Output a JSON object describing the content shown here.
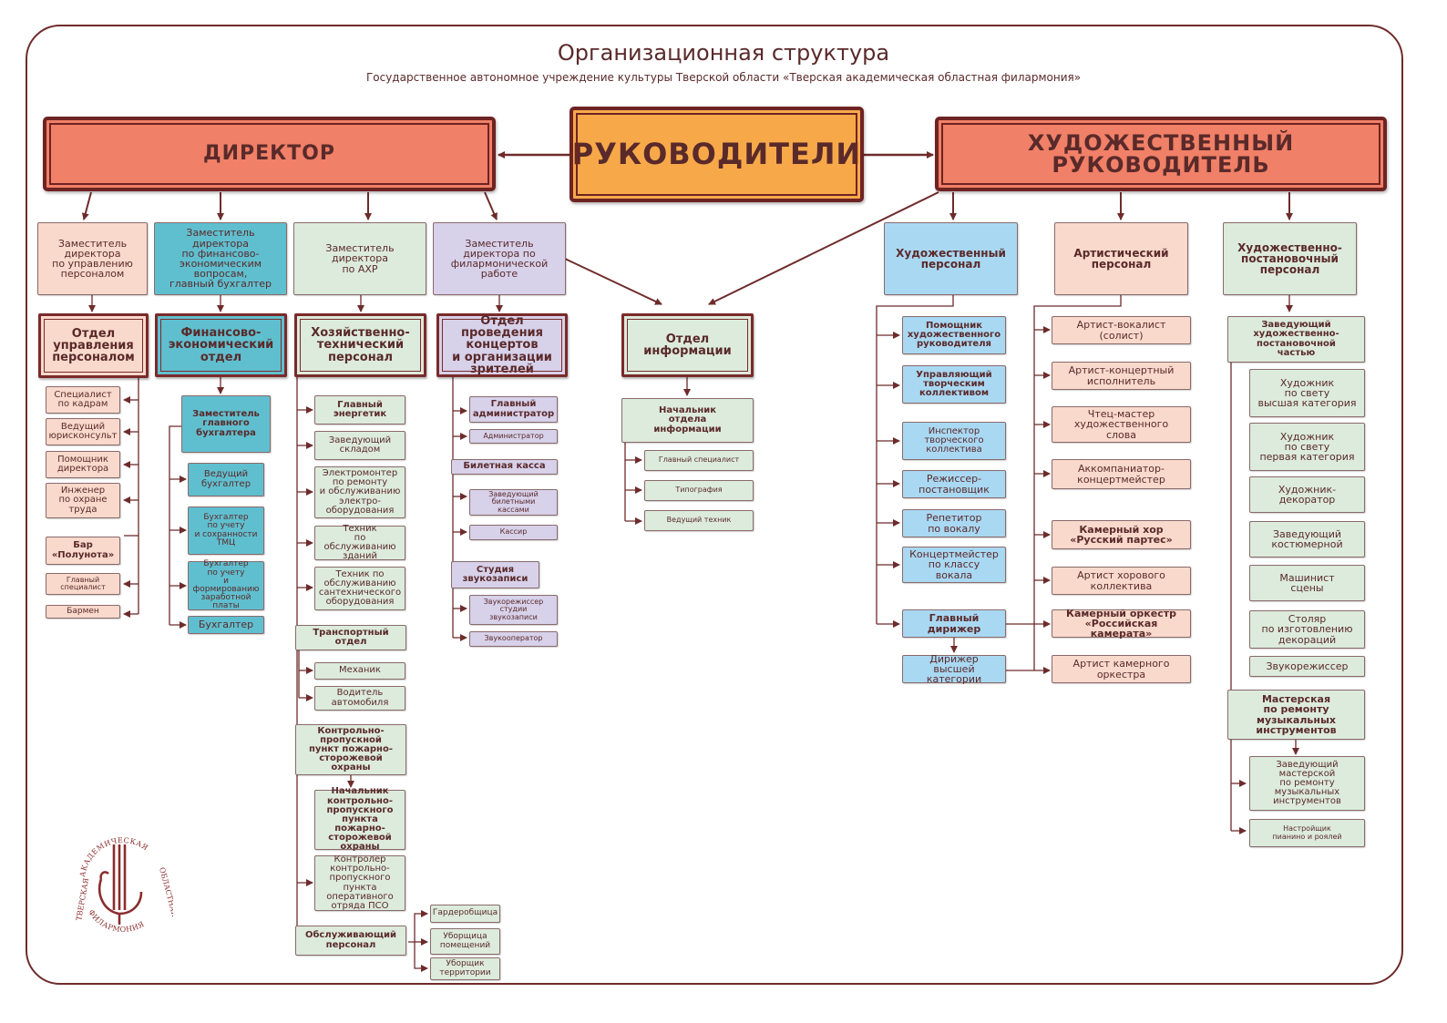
{
  "header": {
    "title": "Организационная структура",
    "subtitle": "Государственное автономное учреждение культуры Тверской области «Тверская академическая областная филармония»"
  },
  "logo": {
    "text_top": "АКАДЕМИЧЕСКАЯ",
    "text_left": "ТВЕРСКАЯ",
    "text_right": "ОБЛАСТНАЯ",
    "text_bottom": "ФИЛАРМОНИЯ"
  },
  "colors": {
    "frame": "#6e2b2b",
    "director": "#f08067",
    "leaders": "#f7a94a",
    "peach": "#f9d9cc",
    "teal": "#5fbfcf",
    "mint": "#dcebdc",
    "lavender": "#d7d1ea",
    "blue": "#a9d8f3"
  },
  "top": {
    "director": "ДИРЕКТОР",
    "leaders": "РУКОВОДИТЕЛИ",
    "art_director": "ХУДОЖЕСТВЕННЫЙ РУКОВОДИТЕЛЬ"
  },
  "hr": {
    "deputy": "Заместитель\nдиректора\nпо управлению\nперсоналом",
    "dept": "Отдел\nуправления\nперсоналом",
    "items": [
      "Специалист\nпо кадрам",
      "Ведущий\nюрисконсульт",
      "Помощник\nдиректора",
      "Инженер\nпо охране\nтруда"
    ],
    "bar": "Бар\n«Полунота»",
    "bar_items": [
      "Главный\nспециалист",
      "Бармен"
    ]
  },
  "finance": {
    "deputy": "Заместитель\nдиректора\nпо финансово-\nэкономическим\nвопросам,\nглавный бухгалтер",
    "dept": "Финансово-\nэкономический\nотдел",
    "deputy_chief": "Заместитель\nглавного\nбухгалтера",
    "items": [
      "Ведущий\nбухгалтер",
      "Бухгалтер\nпо учету\nи сохранности\nТМЦ",
      "Бухгалтер\nпо учету\nи формированию\nзаработной\nплаты",
      "Бухгалтер"
    ]
  },
  "ahr": {
    "deputy": "Заместитель\nдиректора\nпо АХР",
    "dept": "Хозяйственно-\nтехнический\nперсонал",
    "items": [
      "Главный\nэнергетик",
      "Заведующий\nскладом",
      "Электромонтер\nпо ремонту\nи обслуживанию\nэлектро-\nоборудования",
      "Техник\nпо обслуживанию\nзданий",
      "Техник по\nобслуживанию\nсантехнического\nоборудования"
    ],
    "transport": "Транспортный\nотдел",
    "transport_items": [
      "Механик",
      "Водитель\nавтомобиля"
    ],
    "checkpoint": "Контрольно-\nпропускной\nпункт пожарно-\nсторожевой\nохраны",
    "checkpoint_head": "Начальник\nконтрольно-\nпропускного\nпункта пожарно-\nсторожевой\nохраны",
    "checkpoint_ctrl": "Контролер\nконтрольно-\nпропускного\nпункта\nоперативного\nотряда ПСО",
    "service": "Обслуживающий\nперсонал",
    "service_items": [
      "Гардеробщица",
      "Уборщица\nпомещений",
      "Уборщик\nтерритории"
    ]
  },
  "concerts": {
    "deputy": "Заместитель\nдиректора по\nфилармонической\nработе",
    "dept": "Отдел проведения\nконцертов\nи организации\nзрителей",
    "chief_admin": "Главный\nадминистратор",
    "admin": "Администратор",
    "box_office": "Билетная касса",
    "box_head": "Заведующий\nбилетными\nкассами",
    "cashier": "Кассир",
    "studio": "Студия\nзвукозаписи",
    "studio_items": [
      "Звукорежиссер\nстудии\nзвукозаписи",
      "Звукооператор"
    ]
  },
  "info": {
    "dept": "Отдел\nинформации",
    "head": "Начальник\nотдела\nинформации",
    "items": [
      "Главный специалист",
      "Типография",
      "Ведущий техник"
    ]
  },
  "art": {
    "staff": "Художественный\nперсонал",
    "items": [
      "Помощник\nхудожественного\nруководителя",
      "Управляющий\nтворческим\nколлективом",
      "Инспектор\nтворческого\nколлектива",
      "Режиссер-\nпостановщик",
      "Репетитор\nпо вокалу",
      "Концертмейстер\nпо классу\nвокала"
    ],
    "conductor": "Главный\nдирижер",
    "conductor_top": "Дирижер\nвысшей категории"
  },
  "artists": {
    "staff": "Артистический\nперсонал",
    "items": [
      "Артист-вокалист\n(солист)",
      "Артист-концертный\nисполнитель",
      "Чтец-мастер\nхудожественного\nслова",
      "Аккомпаниатор-\nконцертмейстер"
    ],
    "choir": "Камерный хор\n«Русский партес»",
    "choir_artist": "Артист хорового\nколлектива",
    "orchestra": "Камерный оркестр\n«Российская камерата»",
    "orchestra_artist": "Артист камерного\nоркестра"
  },
  "production": {
    "staff": "Художественно-\nпостановочный\nперсонал",
    "head": "Заведующий\nхудожественно-\nпостановочной\nчастью",
    "items": [
      "Художник\nпо свету\nвысшая категория",
      "Художник\nпо свету\nпервая категория",
      "Художник-\nдекоратор",
      "Заведующий\nкостюмерной",
      "Машинист\nсцены",
      "Столяр\nпо изготовлению\nдекораций",
      "Звукорежиссер"
    ],
    "workshop": "Мастерская\nпо ремонту\nмузыкальных\nинструментов",
    "workshop_items": [
      "Заведующий\nмастерской\nпо ремонту\nмузыкальных\nинструментов",
      "Настройщик\nпианино и роялей"
    ]
  }
}
